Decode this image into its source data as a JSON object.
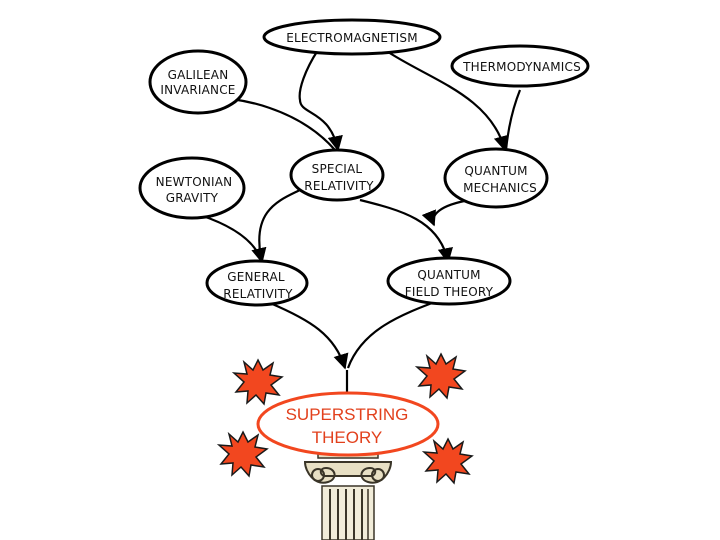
{
  "nodes": {
    "electromagnetism": "ELECTROMAGNETISM",
    "thermodynamics": "THERMODYNAMICS",
    "galilean_invariance": [
      "GALILEAN",
      "INVARIANCE"
    ],
    "newtonian_gravity": [
      "NEWTONIAN",
      "GRAVITY"
    ],
    "special_relativity": [
      "SPECIAL",
      "RELATIVITY"
    ],
    "quantum_mechanics": [
      "QUANTUM",
      "MECHANICS"
    ],
    "general_relativity": [
      "GENERAL",
      "RELATIVITY"
    ],
    "quantum_field_theory": [
      "QUANTUM",
      "FIELD THEORY"
    ],
    "superstring_theory": [
      "SUPERSTRING",
      "THEORY"
    ]
  },
  "colors": {
    "outline": "#000000",
    "burst_fill": "#f2471f",
    "burst_stroke": "#1a1a1a",
    "superstring_outline": "#f2471f",
    "superstring_text": "#e2401c",
    "column": "#e8e0c4",
    "column_outline": "#3a3528"
  },
  "icons": [
    "explosion-burst-icon",
    "ionic-column-icon"
  ]
}
